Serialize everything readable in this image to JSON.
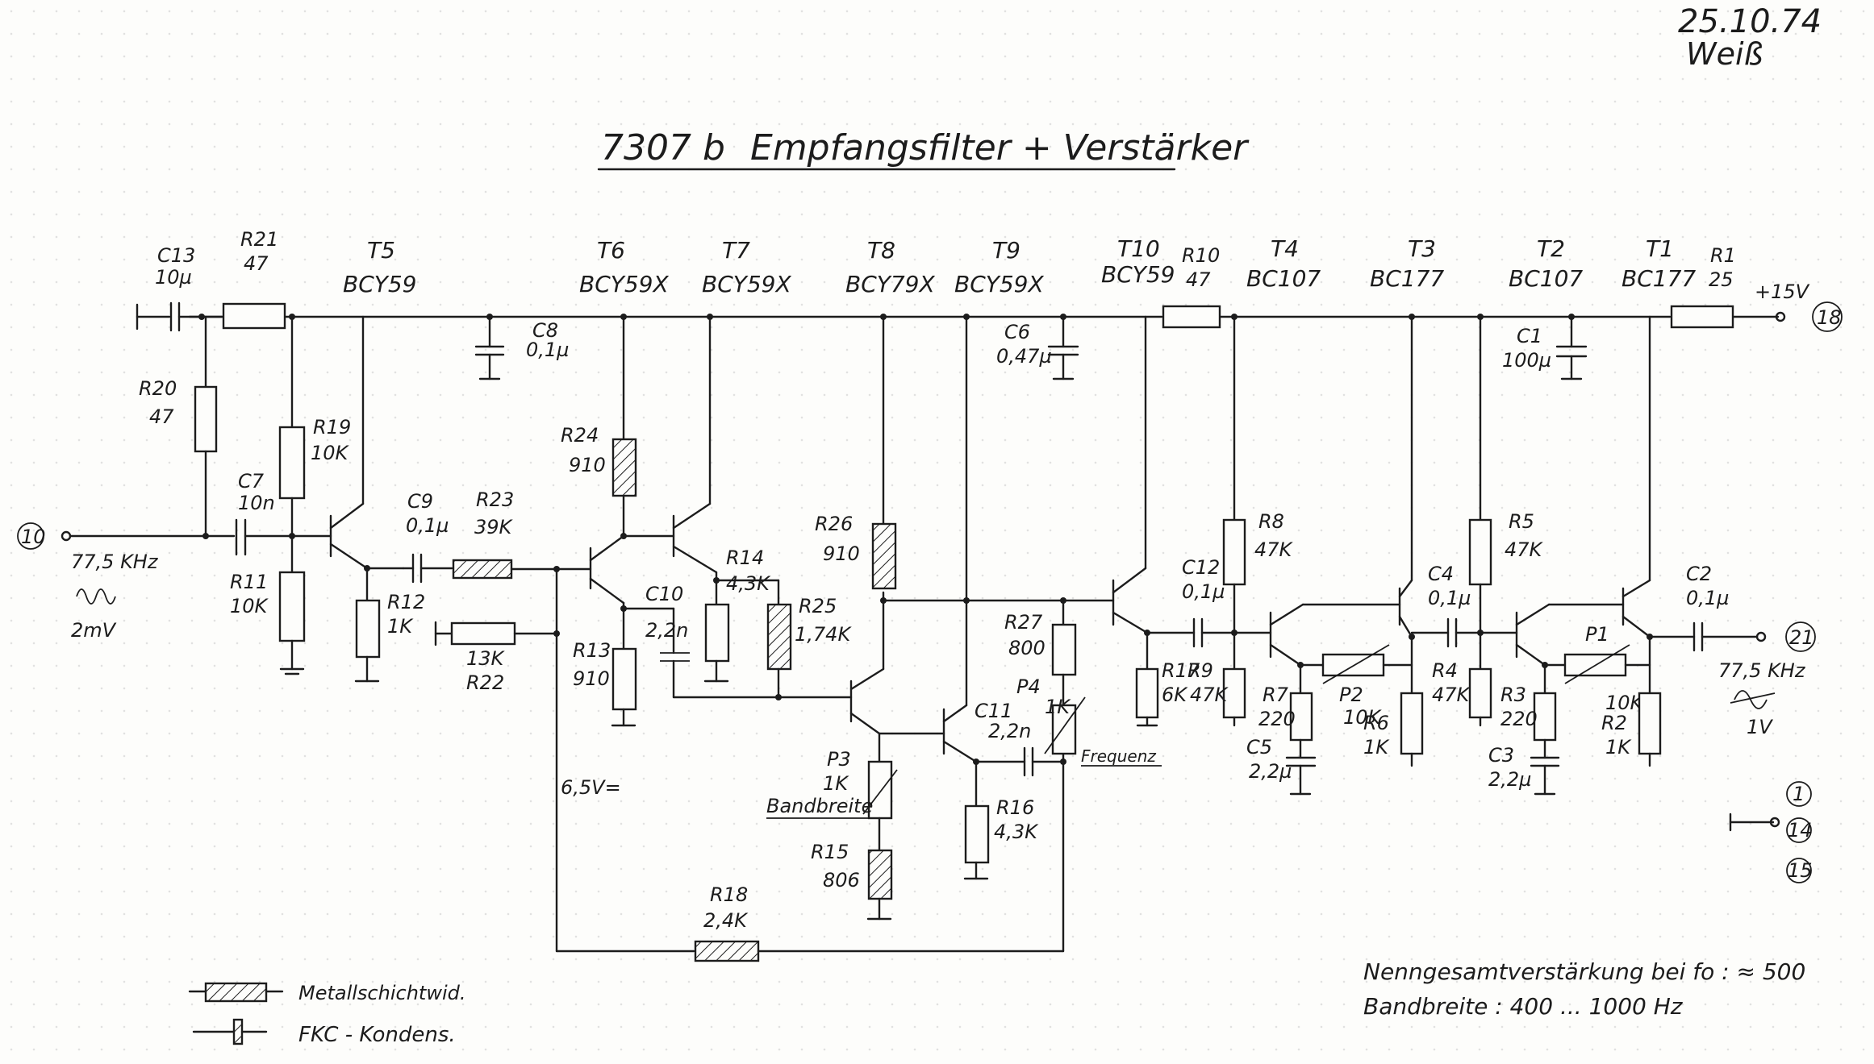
{
  "header": {
    "date": "25.10.74",
    "signature": "Weiß",
    "title_code": "7307 b",
    "title_text": "Empfangsfilter + Verstärker"
  },
  "transistors": [
    {
      "ref": "T5",
      "type": "BCY59"
    },
    {
      "ref": "T6",
      "type": "BCY59X"
    },
    {
      "ref": "T7",
      "type": "BCY59X"
    },
    {
      "ref": "T8",
      "type": "BCY79X"
    },
    {
      "ref": "T9",
      "type": "BCY59X"
    },
    {
      "ref": "T10",
      "type": "BCY59"
    },
    {
      "ref": "T4",
      "type": "BC107"
    },
    {
      "ref": "T3",
      "type": "BC177"
    },
    {
      "ref": "T2",
      "type": "BC107"
    },
    {
      "ref": "T1",
      "type": "BC177"
    }
  ],
  "components": {
    "C13": {
      "ref": "C13",
      "value": "10µ"
    },
    "R21": {
      "ref": "R21",
      "value": "47"
    },
    "R20": {
      "ref": "R20",
      "value": "47"
    },
    "R19": {
      "ref": "R19",
      "value": "10K"
    },
    "C7": {
      "ref": "C7",
      "value": "10n"
    },
    "R11": {
      "ref": "R11",
      "value": "10K"
    },
    "R12": {
      "ref": "R12",
      "value": "1K"
    },
    "C9": {
      "ref": "C9",
      "value": "0,1µ"
    },
    "R23": {
      "ref": "R23",
      "value": "39K"
    },
    "R22": {
      "ref": "R22",
      "value": "13K"
    },
    "C8": {
      "ref": "C8",
      "value": "0,1µ"
    },
    "R24": {
      "ref": "R24",
      "value": "910"
    },
    "R13": {
      "ref": "R13",
      "value": "910"
    },
    "C10": {
      "ref": "C10",
      "value": "2,2n"
    },
    "R14": {
      "ref": "R14",
      "value": "4,3K"
    },
    "R25": {
      "ref": "R25",
      "value": "1,74K"
    },
    "R26": {
      "ref": "R26",
      "value": "910"
    },
    "P3": {
      "ref": "P3",
      "value": "1K",
      "note": "Bandbreite"
    },
    "R15": {
      "ref": "R15",
      "value": "806"
    },
    "R18": {
      "ref": "R18",
      "value": "2,4K"
    },
    "C6": {
      "ref": "C6",
      "value": "0,47µ"
    },
    "R27": {
      "ref": "R27",
      "value": "800"
    },
    "P4": {
      "ref": "P4",
      "value": "1K",
      "note": "Frequenz"
    },
    "C11": {
      "ref": "C11",
      "value": "2,2n"
    },
    "R16": {
      "ref": "R16",
      "value": "4,3K"
    },
    "R10": {
      "ref": "R10",
      "value": "47"
    },
    "C12": {
      "ref": "C12",
      "value": "0,1µ"
    },
    "R17": {
      "ref": "R17",
      "value": "6K"
    },
    "R9": {
      "ref": "R9",
      "value": "47K"
    },
    "R8": {
      "ref": "R8",
      "value": "47K"
    },
    "R7": {
      "ref": "R7",
      "value": "220"
    },
    "C5": {
      "ref": "C5",
      "value": "2,2µ"
    },
    "P2": {
      "ref": "P2",
      "value": "10K"
    },
    "R6": {
      "ref": "R6",
      "value": "1K"
    },
    "C4": {
      "ref": "C4",
      "value": "0,1µ"
    },
    "R5": {
      "ref": "R5",
      "value": "47K"
    },
    "R4": {
      "ref": "R4",
      "value": "47K"
    },
    "R3": {
      "ref": "R3",
      "value": "220"
    },
    "C3": {
      "ref": "C3",
      "value": "2,2µ"
    },
    "P1": {
      "ref": "P1",
      "value": "10K"
    },
    "R2": {
      "ref": "R2",
      "value": "1K"
    },
    "C1": {
      "ref": "C1",
      "value": "100µ"
    },
    "R1": {
      "ref": "R1",
      "value": "25"
    },
    "C2": {
      "ref": "C2",
      "value": "0,1µ"
    }
  },
  "terminals": {
    "input": "10",
    "output": "21",
    "supply": "18",
    "ground": [
      "1",
      "14",
      "15"
    ]
  },
  "signals": {
    "supply_voltage": "+15V",
    "input_freq": "77,5 KHz",
    "input_level": "2mV",
    "output_freq": "77,5 KHz",
    "output_level": "1V",
    "bias_voltage": "6,5V="
  },
  "legend": {
    "metal_film": "Metallschichtwid.",
    "fkc_cap": "FKC - Kondens."
  },
  "notes": {
    "gain": "Nenngesamtverstärkung bei fo : ≈ 500",
    "bandwidth": "Bandbreite : 400 ... 1000 Hz"
  }
}
